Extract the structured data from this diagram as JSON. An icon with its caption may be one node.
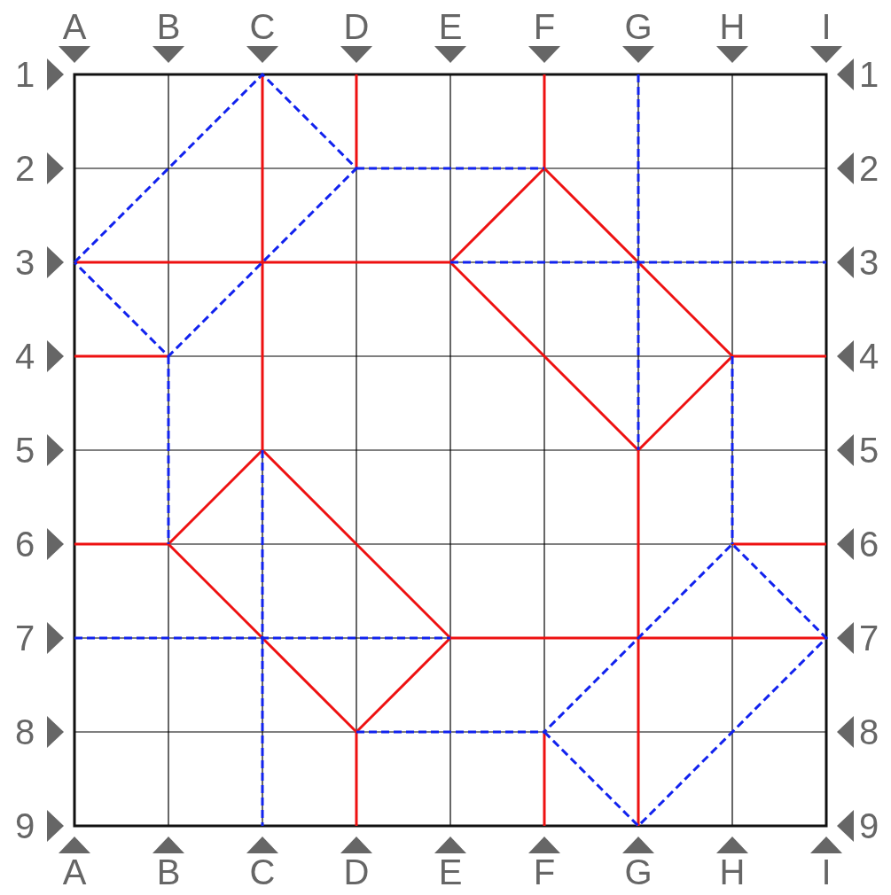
{
  "diagram": {
    "labels": [
      "A",
      "B",
      "C",
      "D",
      "E",
      "F",
      "G",
      "H",
      "I",
      "1",
      "1",
      "2",
      "2",
      "3",
      "3",
      "4",
      "4",
      "5",
      "5",
      "6",
      "6",
      "7",
      "7",
      "8",
      "8",
      "9",
      "9",
      "A",
      "B",
      "C",
      "D",
      "E",
      "F",
      "G",
      "H",
      "I"
    ]
  }
}
